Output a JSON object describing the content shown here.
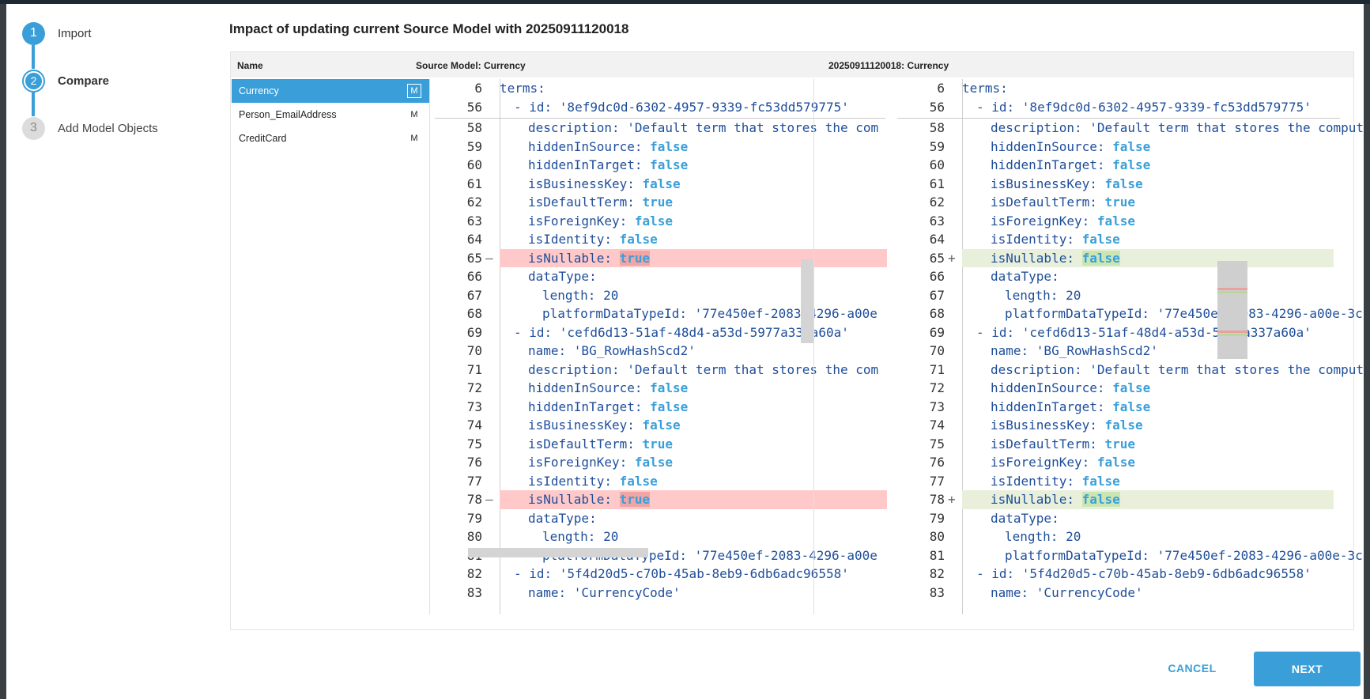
{
  "stepper": {
    "steps": [
      {
        "number": "1",
        "label": "Import",
        "state": "done"
      },
      {
        "number": "2",
        "label": "Compare",
        "state": "current"
      },
      {
        "number": "3",
        "label": "Add Model Objects",
        "state": "todo"
      }
    ]
  },
  "dialog": {
    "title": "Impact of updating current Source Model with 20250911120018"
  },
  "compare": {
    "name_header": "Name",
    "left_header": "Source Model: Currency",
    "right_header": "20250911120018: Currency",
    "items": [
      {
        "name": "Currency",
        "badge": "M",
        "selected": true
      },
      {
        "name": "Person_EmailAddress",
        "badge": "M",
        "selected": false
      },
      {
        "name": "CreditCard",
        "badge": "M",
        "selected": false
      }
    ]
  },
  "code": {
    "left": [
      {
        "ln": "6",
        "indent": 0,
        "key": "terms",
        "sep": ":",
        "val": "",
        "type": "none",
        "diff": ""
      },
      {
        "ln": "56",
        "indent": 1,
        "key": "- id",
        "sep": ": ",
        "val": "'8ef9dc0d-6302-4957-9339-fc53dd579775'",
        "type": "str",
        "diff": ""
      },
      {
        "ln": "58",
        "indent": 2,
        "key": "description",
        "sep": ": ",
        "val": "'Default term that stores the com",
        "type": "str",
        "diff": ""
      },
      {
        "ln": "59",
        "indent": 2,
        "key": "hiddenInSource",
        "sep": ": ",
        "val": "false",
        "type": "bool",
        "diff": ""
      },
      {
        "ln": "60",
        "indent": 2,
        "key": "hiddenInTarget",
        "sep": ": ",
        "val": "false",
        "type": "bool",
        "diff": ""
      },
      {
        "ln": "61",
        "indent": 2,
        "key": "isBusinessKey",
        "sep": ": ",
        "val": "false",
        "type": "bool",
        "diff": ""
      },
      {
        "ln": "62",
        "indent": 2,
        "key": "isDefaultTerm",
        "sep": ": ",
        "val": "true",
        "type": "bool",
        "diff": ""
      },
      {
        "ln": "63",
        "indent": 2,
        "key": "isForeignKey",
        "sep": ": ",
        "val": "false",
        "type": "bool",
        "diff": ""
      },
      {
        "ln": "64",
        "indent": 2,
        "key": "isIdentity",
        "sep": ": ",
        "val": "false",
        "type": "bool",
        "diff": ""
      },
      {
        "ln": "65",
        "indent": 2,
        "key": "isNullable",
        "sep": ": ",
        "val": "true",
        "type": "bool",
        "diff": "del"
      },
      {
        "ln": "66",
        "indent": 2,
        "key": "dataType",
        "sep": ":",
        "val": "",
        "type": "none",
        "diff": ""
      },
      {
        "ln": "67",
        "indent": 3,
        "key": "length",
        "sep": ": ",
        "val": "20",
        "type": "str",
        "diff": ""
      },
      {
        "ln": "68",
        "indent": 3,
        "key": "platformDataTypeId",
        "sep": ": ",
        "val": "'77e450ef-2083-4296-a00e",
        "type": "str",
        "diff": ""
      },
      {
        "ln": "69",
        "indent": 1,
        "key": "- id",
        "sep": ": ",
        "val": "'cefd6d13-51af-48d4-a53d-5977a337a60a'",
        "type": "str",
        "diff": ""
      },
      {
        "ln": "70",
        "indent": 2,
        "key": "name",
        "sep": ": ",
        "val": "'BG_RowHashScd2'",
        "type": "str",
        "diff": ""
      },
      {
        "ln": "71",
        "indent": 2,
        "key": "description",
        "sep": ": ",
        "val": "'Default term that stores the com",
        "type": "str",
        "diff": ""
      },
      {
        "ln": "72",
        "indent": 2,
        "key": "hiddenInSource",
        "sep": ": ",
        "val": "false",
        "type": "bool",
        "diff": ""
      },
      {
        "ln": "73",
        "indent": 2,
        "key": "hiddenInTarget",
        "sep": ": ",
        "val": "false",
        "type": "bool",
        "diff": ""
      },
      {
        "ln": "74",
        "indent": 2,
        "key": "isBusinessKey",
        "sep": ": ",
        "val": "false",
        "type": "bool",
        "diff": ""
      },
      {
        "ln": "75",
        "indent": 2,
        "key": "isDefaultTerm",
        "sep": ": ",
        "val": "true",
        "type": "bool",
        "diff": ""
      },
      {
        "ln": "76",
        "indent": 2,
        "key": "isForeignKey",
        "sep": ": ",
        "val": "false",
        "type": "bool",
        "diff": ""
      },
      {
        "ln": "77",
        "indent": 2,
        "key": "isIdentity",
        "sep": ": ",
        "val": "false",
        "type": "bool",
        "diff": ""
      },
      {
        "ln": "78",
        "indent": 2,
        "key": "isNullable",
        "sep": ": ",
        "val": "true",
        "type": "bool",
        "diff": "del"
      },
      {
        "ln": "79",
        "indent": 2,
        "key": "dataType",
        "sep": ":",
        "val": "",
        "type": "none",
        "diff": ""
      },
      {
        "ln": "80",
        "indent": 3,
        "key": "length",
        "sep": ": ",
        "val": "20",
        "type": "str",
        "diff": ""
      },
      {
        "ln": "81",
        "indent": 3,
        "key": "platformDataTypeId",
        "sep": ": ",
        "val": "'77e450ef-2083-4296-a00e",
        "type": "str",
        "diff": ""
      },
      {
        "ln": "82",
        "indent": 1,
        "key": "- id",
        "sep": ": ",
        "val": "'5f4d20d5-c70b-45ab-8eb9-6db6adc96558'",
        "type": "str",
        "diff": ""
      },
      {
        "ln": "83",
        "indent": 2,
        "key": "name",
        "sep": ": ",
        "val": "'CurrencyCode'",
        "type": "str",
        "diff": ""
      }
    ],
    "right": [
      {
        "ln": "6",
        "indent": 0,
        "key": "terms",
        "sep": ":",
        "val": "",
        "type": "none",
        "diff": ""
      },
      {
        "ln": "56",
        "indent": 1,
        "key": "- id",
        "sep": ": ",
        "val": "'8ef9dc0d-6302-4957-9339-fc53dd579775'",
        "type": "str",
        "diff": ""
      },
      {
        "ln": "58",
        "indent": 2,
        "key": "description",
        "sep": ": ",
        "val": "'Default term that stores the comput",
        "type": "str",
        "diff": ""
      },
      {
        "ln": "59",
        "indent": 2,
        "key": "hiddenInSource",
        "sep": ": ",
        "val": "false",
        "type": "bool",
        "diff": ""
      },
      {
        "ln": "60",
        "indent": 2,
        "key": "hiddenInTarget",
        "sep": ": ",
        "val": "false",
        "type": "bool",
        "diff": ""
      },
      {
        "ln": "61",
        "indent": 2,
        "key": "isBusinessKey",
        "sep": ": ",
        "val": "false",
        "type": "bool",
        "diff": ""
      },
      {
        "ln": "62",
        "indent": 2,
        "key": "isDefaultTerm",
        "sep": ": ",
        "val": "true",
        "type": "bool",
        "diff": ""
      },
      {
        "ln": "63",
        "indent": 2,
        "key": "isForeignKey",
        "sep": ": ",
        "val": "false",
        "type": "bool",
        "diff": ""
      },
      {
        "ln": "64",
        "indent": 2,
        "key": "isIdentity",
        "sep": ": ",
        "val": "false",
        "type": "bool",
        "diff": ""
      },
      {
        "ln": "65",
        "indent": 2,
        "key": "isNullable",
        "sep": ": ",
        "val": "false",
        "type": "bool",
        "diff": "add"
      },
      {
        "ln": "66",
        "indent": 2,
        "key": "dataType",
        "sep": ":",
        "val": "",
        "type": "none",
        "diff": ""
      },
      {
        "ln": "67",
        "indent": 3,
        "key": "length",
        "sep": ": ",
        "val": "20",
        "type": "str",
        "diff": ""
      },
      {
        "ln": "68",
        "indent": 3,
        "key": "platformDataTypeId",
        "sep": ": ",
        "val": "'77e450ef-2083-4296-a00e-3c",
        "type": "str",
        "diff": ""
      },
      {
        "ln": "69",
        "indent": 1,
        "key": "- id",
        "sep": ": ",
        "val": "'cefd6d13-51af-48d4-a53d-5977a337a60a'",
        "type": "str",
        "diff": ""
      },
      {
        "ln": "70",
        "indent": 2,
        "key": "name",
        "sep": ": ",
        "val": "'BG_RowHashScd2'",
        "type": "str",
        "diff": ""
      },
      {
        "ln": "71",
        "indent": 2,
        "key": "description",
        "sep": ": ",
        "val": "'Default term that stores the comput",
        "type": "str",
        "diff": ""
      },
      {
        "ln": "72",
        "indent": 2,
        "key": "hiddenInSource",
        "sep": ": ",
        "val": "false",
        "type": "bool",
        "diff": ""
      },
      {
        "ln": "73",
        "indent": 2,
        "key": "hiddenInTarget",
        "sep": ": ",
        "val": "false",
        "type": "bool",
        "diff": ""
      },
      {
        "ln": "74",
        "indent": 2,
        "key": "isBusinessKey",
        "sep": ": ",
        "val": "false",
        "type": "bool",
        "diff": ""
      },
      {
        "ln": "75",
        "indent": 2,
        "key": "isDefaultTerm",
        "sep": ": ",
        "val": "true",
        "type": "bool",
        "diff": ""
      },
      {
        "ln": "76",
        "indent": 2,
        "key": "isForeignKey",
        "sep": ": ",
        "val": "false",
        "type": "bool",
        "diff": ""
      },
      {
        "ln": "77",
        "indent": 2,
        "key": "isIdentity",
        "sep": ": ",
        "val": "false",
        "type": "bool",
        "diff": ""
      },
      {
        "ln": "78",
        "indent": 2,
        "key": "isNullable",
        "sep": ": ",
        "val": "false",
        "type": "bool",
        "diff": "add"
      },
      {
        "ln": "79",
        "indent": 2,
        "key": "dataType",
        "sep": ":",
        "val": "",
        "type": "none",
        "diff": ""
      },
      {
        "ln": "80",
        "indent": 3,
        "key": "length",
        "sep": ": ",
        "val": "20",
        "type": "str",
        "diff": ""
      },
      {
        "ln": "81",
        "indent": 3,
        "key": "platformDataTypeId",
        "sep": ": ",
        "val": "'77e450ef-2083-4296-a00e-3c",
        "type": "str",
        "diff": ""
      },
      {
        "ln": "82",
        "indent": 1,
        "key": "- id",
        "sep": ": ",
        "val": "'5f4d20d5-c70b-45ab-8eb9-6db6adc96558'",
        "type": "str",
        "diff": ""
      },
      {
        "ln": "83",
        "indent": 2,
        "key": "name",
        "sep": ": ",
        "val": "'CurrencyCode'",
        "type": "str",
        "diff": ""
      }
    ],
    "del_marker": "—",
    "add_marker": "+"
  },
  "footer": {
    "cancel_label": "CANCEL",
    "next_label": "NEXT"
  },
  "colors": {
    "accent": "#3a9fd9",
    "deleted_line": "#ffc9c9",
    "added_line": "#e8f0dc"
  }
}
